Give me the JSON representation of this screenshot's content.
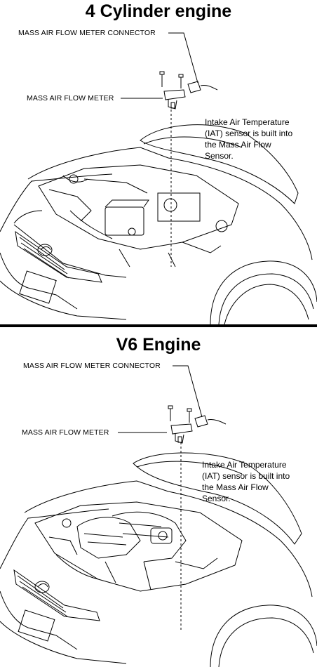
{
  "top": {
    "title": "4 Cylinder engine",
    "connector_label": "MASS AIR FLOW METER CONNECTOR",
    "meter_label": "MASS AIR FLOW METER",
    "note": "Intake Air Temperature\n(IAT) sensor is built into\nthe Mass Air Flow\nSensor."
  },
  "bottom": {
    "title": "V6 Engine",
    "connector_label": "MASS AIR FLOW METER CONNECTOR",
    "meter_label": "MASS AIR FLOW METER",
    "note": "Intake Air Temperature\n(IAT) sensor is built into\nthe Mass Air Flow\nSensor."
  }
}
